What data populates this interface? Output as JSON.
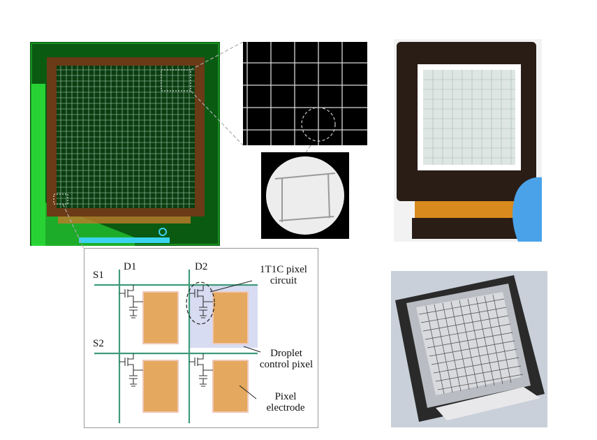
{
  "schematic": {
    "scan_lines": [
      "S1",
      "S2"
    ],
    "data_lines": [
      "D1",
      "D2"
    ],
    "callouts": {
      "circuit_line1": "1T1C pixel",
      "circuit_line2": "circuit",
      "droplet_line1": "Droplet",
      "droplet_line2": "control pixel",
      "electrode_line1": "Pixel",
      "electrode_line2": "electrode"
    }
  },
  "colors": {
    "layout_background": "#0a5a12",
    "bright_green_trace": "#2ee83c",
    "schematic_lines": "#3f9b7a",
    "electrode_fill": "#e4a95e",
    "highlight_pixel": "#d7dcf2",
    "connector_cyan": "#3ad4f0",
    "flex_cable_orange": "#d88a1c",
    "glove_blue": "#4aa3e8"
  },
  "icons": [
    "transistor-capacitor-symbol",
    "zoom-callout-lines",
    "dashed-circle-marker"
  ]
}
